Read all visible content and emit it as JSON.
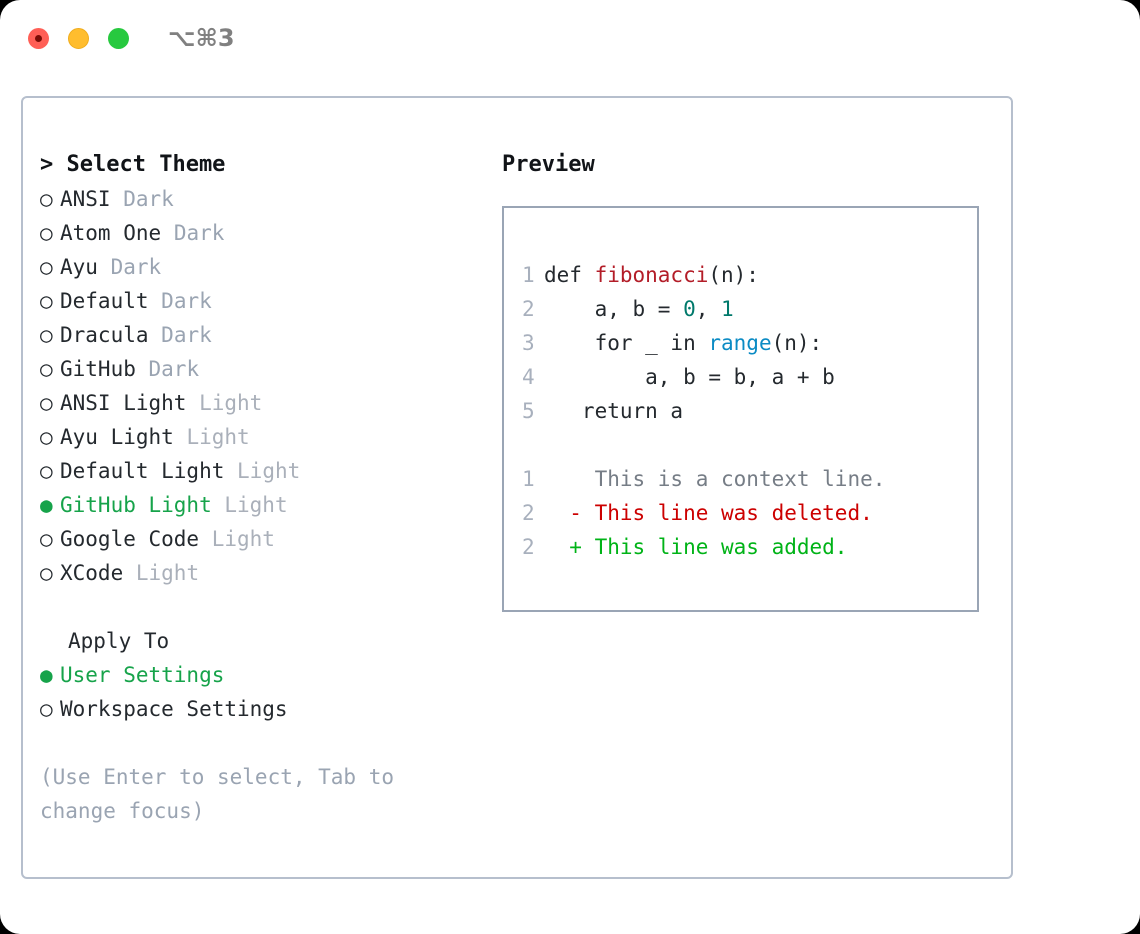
{
  "titlebar": {
    "shortcut": "⌥⌘3",
    "buttons": [
      "close",
      "minimize",
      "maximize"
    ]
  },
  "left": {
    "heading": "> Select Theme",
    "bullet_unselected": "○",
    "bullet_selected": "●",
    "themes": [
      {
        "bullet": "○",
        "label": "ANSI",
        "suffix": "Dark",
        "selected": false
      },
      {
        "bullet": "○",
        "label": "Atom One",
        "suffix": "Dark",
        "selected": false
      },
      {
        "bullet": "○",
        "label": "Ayu",
        "suffix": "Dark",
        "selected": false
      },
      {
        "bullet": "○",
        "label": "Default",
        "suffix": "Dark",
        "selected": false
      },
      {
        "bullet": "○",
        "label": "Dracula",
        "suffix": "Dark",
        "selected": false
      },
      {
        "bullet": "○",
        "label": "GitHub",
        "suffix": "Dark",
        "selected": false
      },
      {
        "bullet": "○",
        "label": "ANSI Light",
        "suffix": "Light",
        "selected": false
      },
      {
        "bullet": "○",
        "label": "Ayu Light",
        "suffix": "Light",
        "selected": false
      },
      {
        "bullet": "○",
        "label": "Default Light",
        "suffix": "Light",
        "selected": false
      },
      {
        "bullet": "●",
        "label": "GitHub Light",
        "suffix": "Light",
        "selected": true
      },
      {
        "bullet": "○",
        "label": "Google Code",
        "suffix": "Light",
        "selected": false
      },
      {
        "bullet": "○",
        "label": "XCode",
        "suffix": "Light",
        "selected": false
      }
    ],
    "apply_to_heading": "Apply To",
    "apply_to": [
      {
        "bullet": "●",
        "label": "User Settings",
        "selected": true
      },
      {
        "bullet": "○",
        "label": "Workspace Settings",
        "selected": false
      }
    ],
    "hint": "(Use Enter to select, Tab to change focus)"
  },
  "right": {
    "heading": "Preview",
    "code": [
      {
        "ln": "1",
        "tokens": [
          {
            "t": "def ",
            "c": "plain"
          },
          {
            "t": "fibonacci",
            "c": "fn"
          },
          {
            "t": "(n):",
            "c": "plain"
          }
        ]
      },
      {
        "ln": "2",
        "tokens": [
          {
            "t": "    a, b = ",
            "c": "plain"
          },
          {
            "t": "0",
            "c": "num"
          },
          {
            "t": ", ",
            "c": "plain"
          },
          {
            "t": "1",
            "c": "num"
          }
        ]
      },
      {
        "ln": "3",
        "tokens": [
          {
            "t": "    for _ in ",
            "c": "plain"
          },
          {
            "t": "range",
            "c": "builtin"
          },
          {
            "t": "(n):",
            "c": "plain"
          }
        ]
      },
      {
        "ln": "4",
        "tokens": [
          {
            "t": "        a, b = b, a + b",
            "c": "plain"
          }
        ]
      },
      {
        "ln": "5",
        "tokens": [
          {
            "t": "   return a",
            "c": "plain"
          }
        ]
      }
    ],
    "diff": [
      {
        "ln": "1",
        "marker": "  ",
        "text": "This is a context line.",
        "kind": "ctx"
      },
      {
        "ln": "2",
        "marker": "- ",
        "text": "This line was deleted.",
        "kind": "del"
      },
      {
        "ln": "2",
        "marker": "+ ",
        "text": "This line was added.",
        "kind": "add"
      }
    ]
  },
  "colors": {
    "accent_green": "#16a34a",
    "diff_add": "#00b317",
    "diff_del": "#cc0000",
    "fn_red": "#b31d28",
    "num_teal": "#00796b",
    "builtin_blue": "#0b8bc4",
    "muted": "#9aa4b2",
    "border": "#9aa5b5"
  }
}
